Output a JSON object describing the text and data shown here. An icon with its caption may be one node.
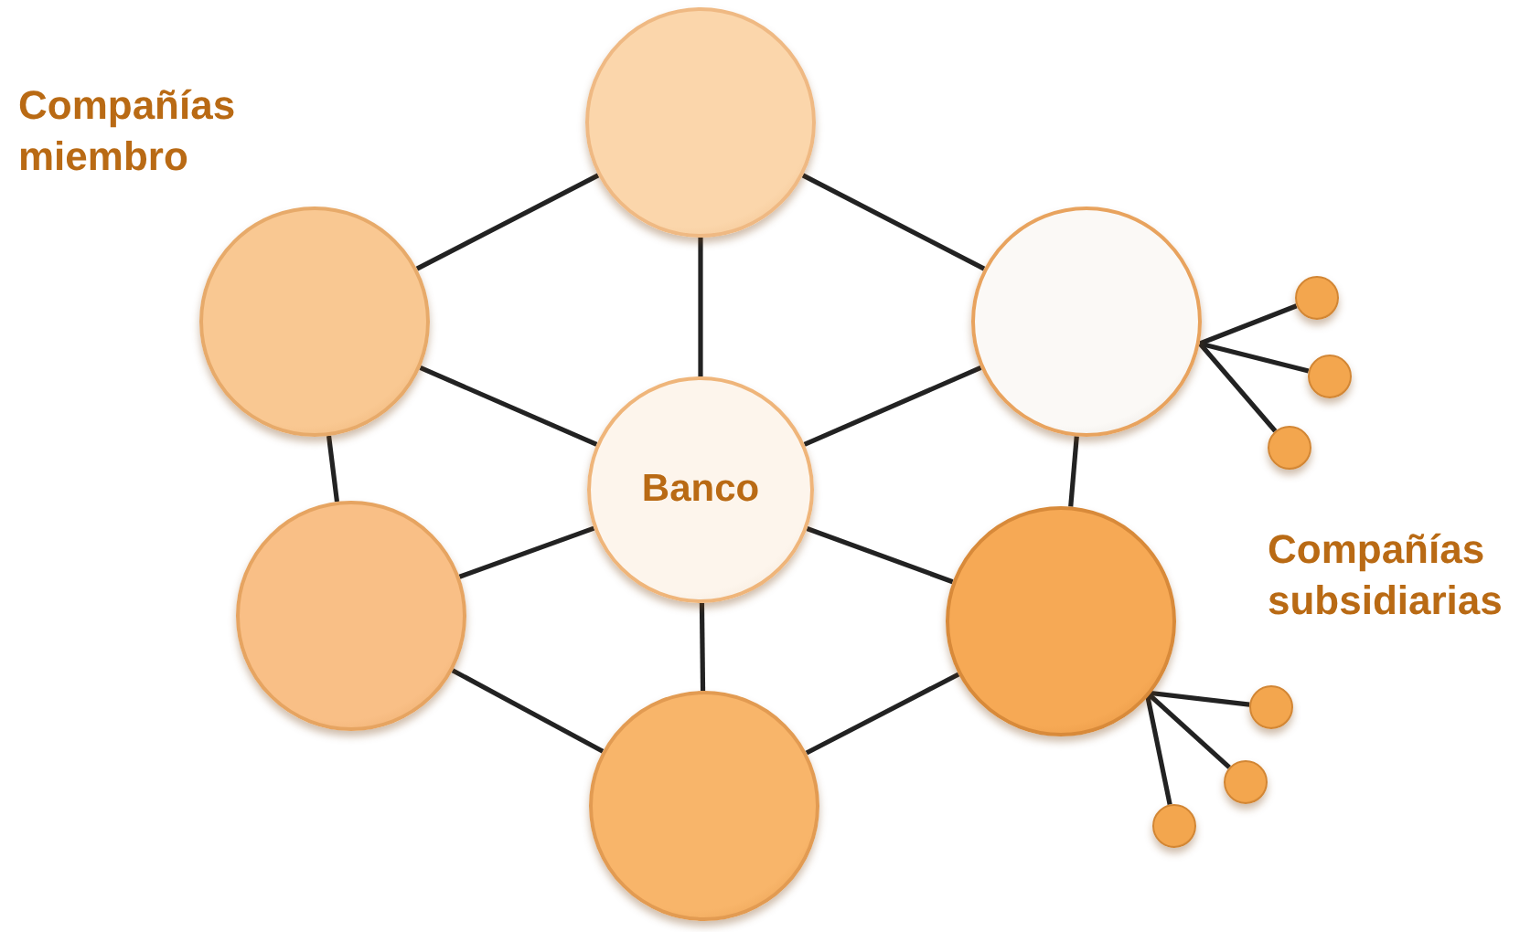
{
  "diagram": {
    "nodes": [
      {
        "text": [],
        "shape": "circle"
      },
      {
        "text": [],
        "shape": "circle"
      },
      {
        "text": [],
        "shape": "circle"
      },
      {
        "text": [
          "Banco"
        ]
      },
      {
        "text": [],
        "shape": "circle"
      },
      {
        "text": [],
        "shape": "circle"
      },
      {
        "text": [],
        "shape": "circle"
      },
      {
        "text": [],
        "shape": "circle"
      },
      {
        "text": [],
        "shape": "circle"
      },
      {
        "text": [],
        "shape": "circle"
      },
      {
        "text": [],
        "shape": "circle"
      },
      {
        "text": [],
        "shape": "circle"
      },
      {
        "text": [],
        "shape": "circle"
      }
    ],
    "edges": [
      {
        "from": 0,
        "to": 1,
        "arrow": "none"
      },
      {
        "from": 0,
        "to": 2,
        "arrow": "none"
      },
      {
        "from": 1,
        "to": 4,
        "arrow": "none"
      },
      {
        "from": 2,
        "to": 5,
        "arrow": "none"
      },
      {
        "from": 4,
        "to": 6,
        "arrow": "none"
      },
      {
        "from": 5,
        "to": 6,
        "arrow": "none"
      },
      {
        "from": 3,
        "to": 0,
        "arrow": "none"
      },
      {
        "from": 3,
        "to": 1,
        "arrow": "none"
      },
      {
        "from": 3,
        "to": 2,
        "arrow": "none"
      },
      {
        "from": 3,
        "to": 4,
        "arrow": "none"
      },
      {
        "from": 3,
        "to": 5,
        "arrow": "none"
      },
      {
        "from": 3,
        "to": 6,
        "arrow": "none"
      },
      {
        "from": 2,
        "to": 7,
        "arrow": "none"
      },
      {
        "from": 2,
        "to": 8,
        "arrow": "none"
      },
      {
        "from": 2,
        "to": 9,
        "arrow": "none"
      },
      {
        "from": 5,
        "to": 10,
        "arrow": "none"
      },
      {
        "from": 5,
        "to": 11,
        "arrow": "none"
      },
      {
        "from": 5,
        "to": 12,
        "arrow": "none"
      }
    ],
    "labels": [
      "Compañías miembro",
      "Compañías subsidiarias"
    ]
  }
}
